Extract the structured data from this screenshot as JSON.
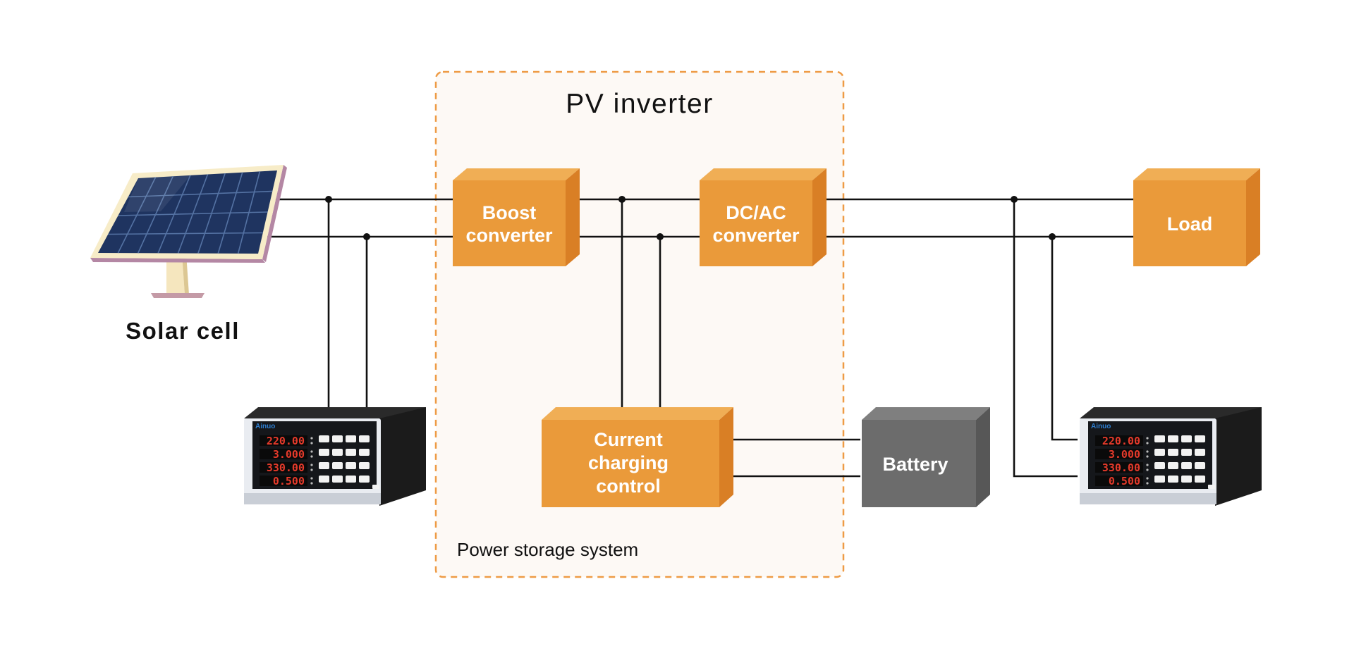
{
  "colors": {
    "box_front": "#ea9a3a",
    "box_side": "#d97f25",
    "box_top": "#f0ae55",
    "battery_front": "#6c6c6c",
    "battery_side": "#575757",
    "battery_top": "#7f7f7f",
    "wire": "#111111",
    "dashed_border": "#ee9b45",
    "region_fill": "#fdf9f5"
  },
  "pv_inverter": {
    "title": "PV inverter",
    "subtitle": "Power storage system"
  },
  "solar_cell": {
    "label": "Solar cell",
    "icon": "solar-panel-icon"
  },
  "blocks": {
    "boost_converter": {
      "lines": [
        "Boost",
        "converter"
      ]
    },
    "dcac_converter": {
      "lines": [
        "DC/AC",
        "converter"
      ]
    },
    "load": {
      "lines": [
        "Load"
      ]
    },
    "charging_control": {
      "lines": [
        "Current",
        "charging",
        "control"
      ]
    },
    "battery": {
      "lines": [
        "Battery"
      ]
    }
  },
  "meters": {
    "icon": "power-meter-icon",
    "brand": "Ainuo",
    "readings": [
      "220.00",
      "3.000",
      "330.00",
      "0.500"
    ]
  }
}
